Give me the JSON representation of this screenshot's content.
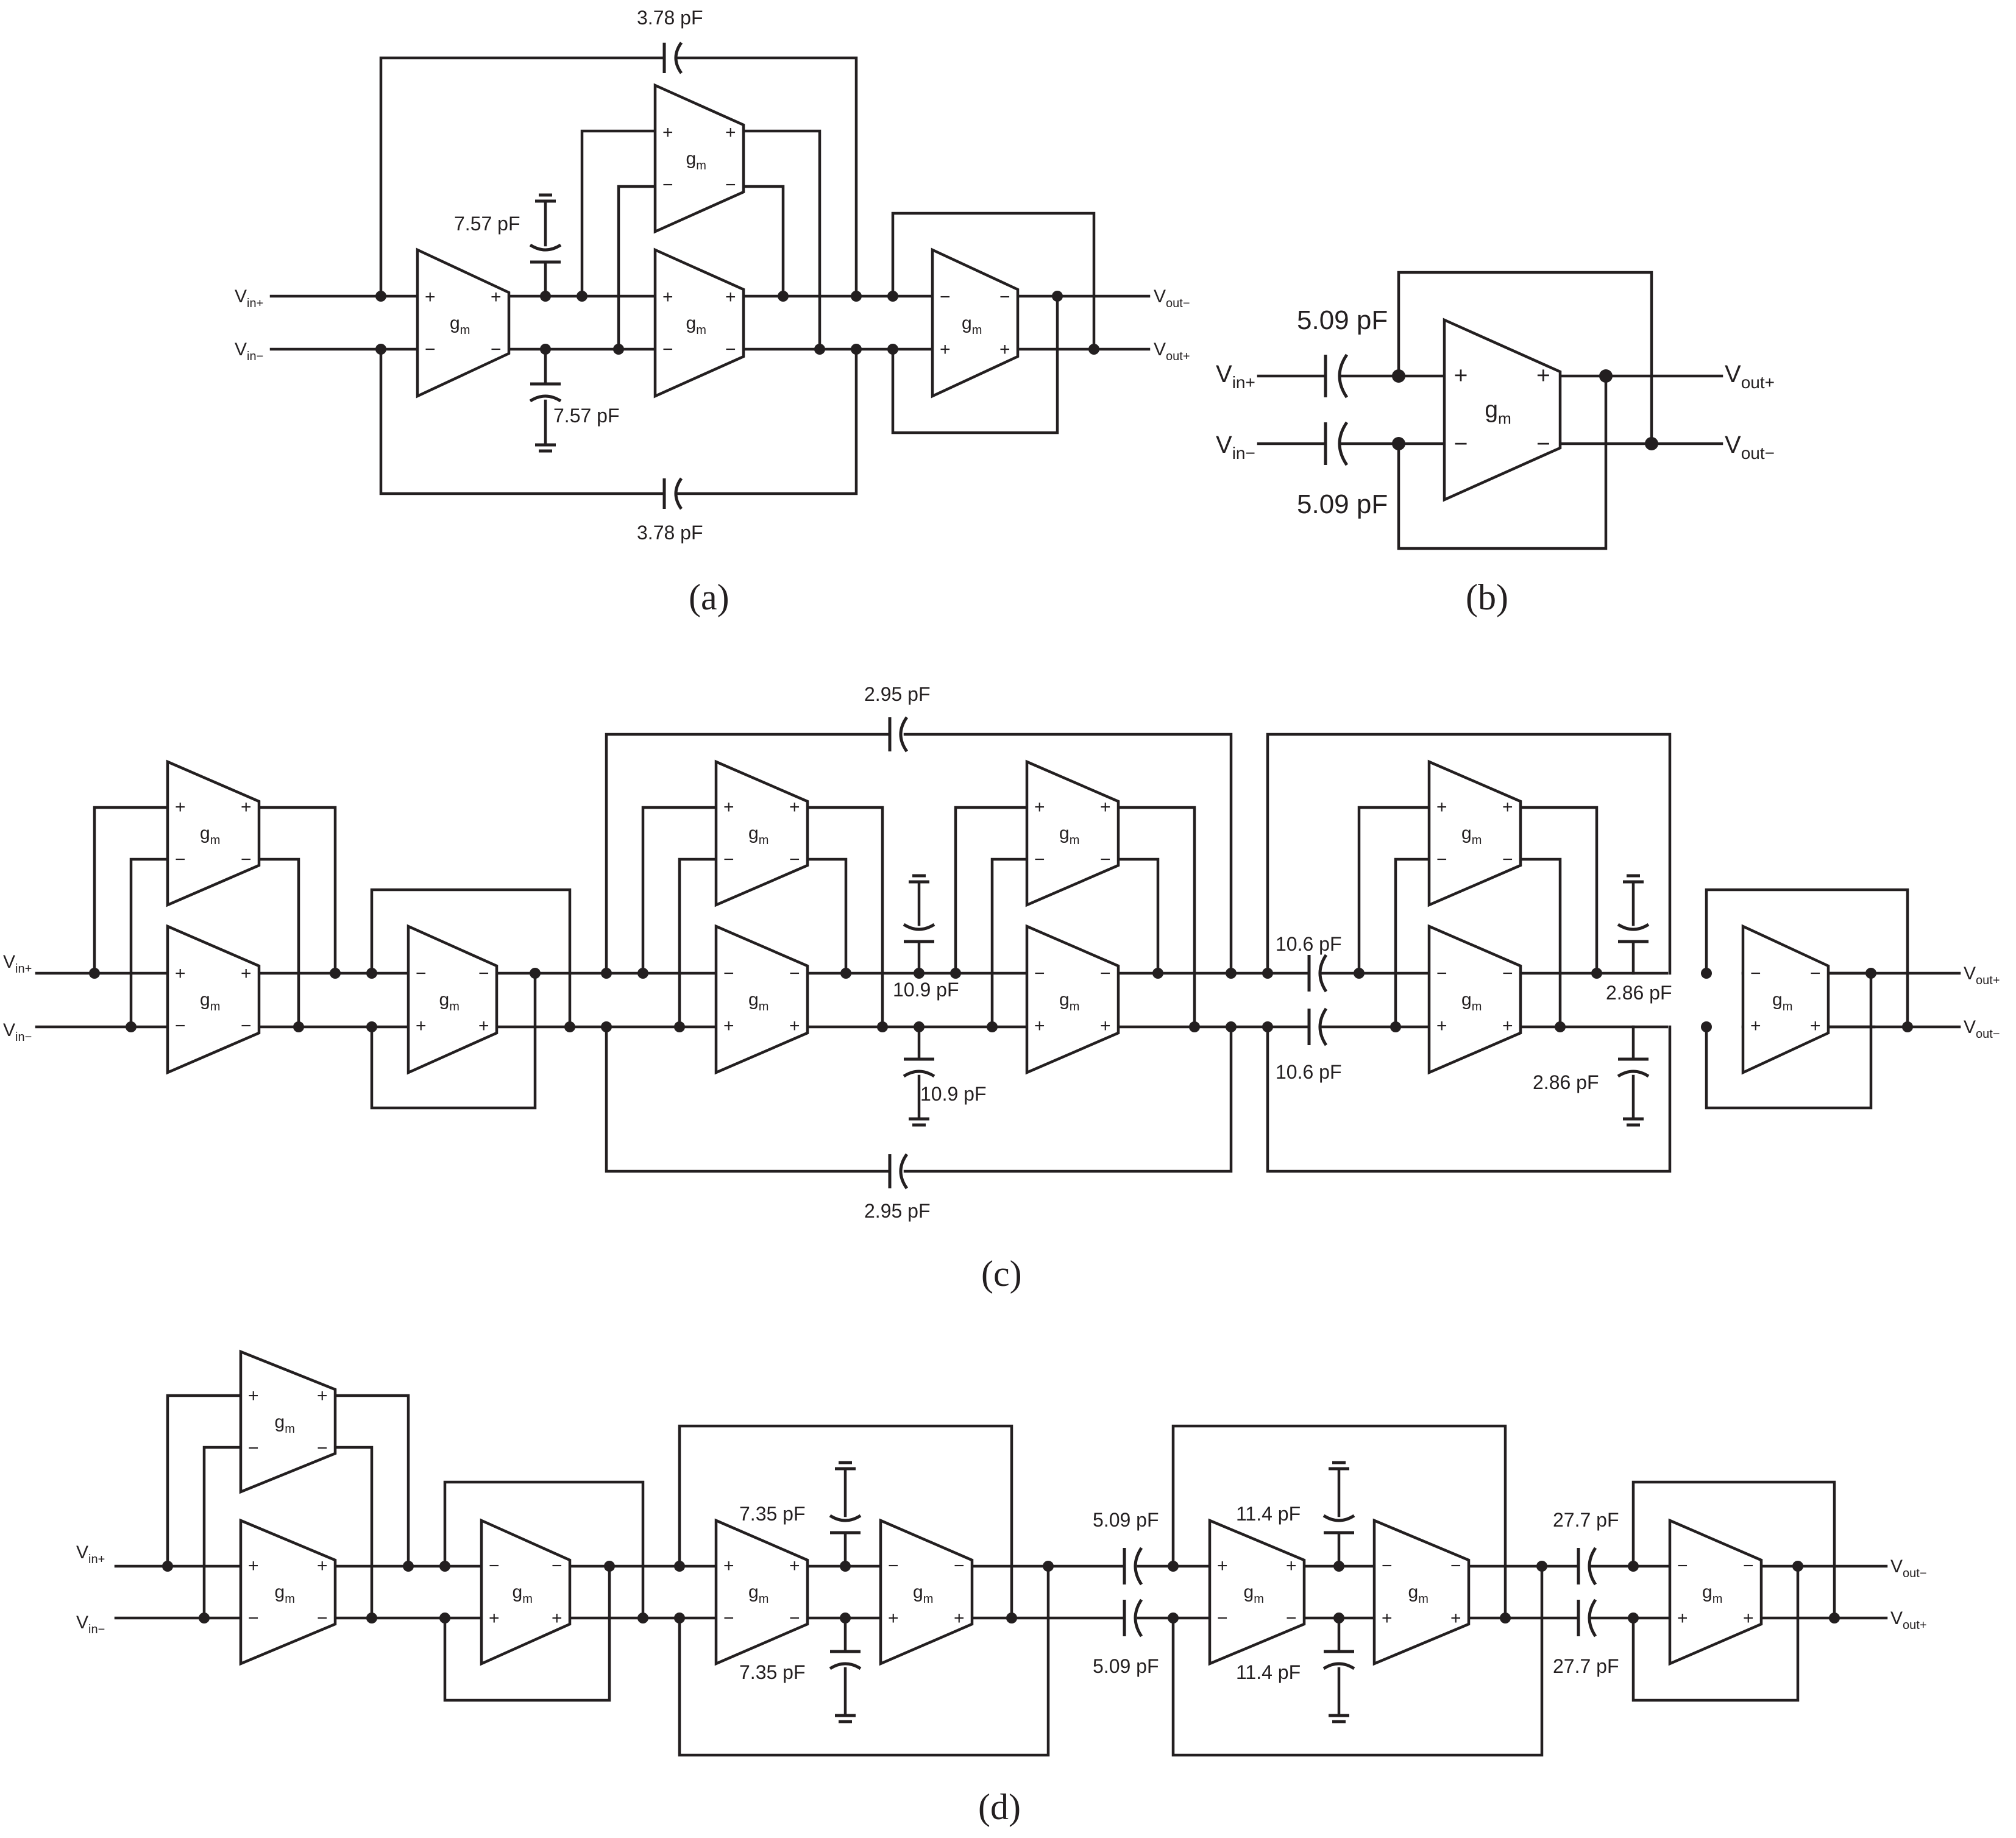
{
  "colors": {
    "ink": "#231f20",
    "background": "#ffffff"
  },
  "panels": {
    "a": {
      "label": "(a)",
      "caps": {
        "c1_top": "3.78 pF",
        "c1_bottom": "3.78 pF",
        "c2_top": "7.57 pF",
        "c2_bottom": "7.57 pF"
      },
      "ports": {
        "vin_pos": "V",
        "vin_pos_sub": "in+",
        "vin_neg": "V",
        "vin_neg_sub": "in−",
        "vout_top": "V",
        "vout_top_sub": "out−",
        "vout_bottom": "V",
        "vout_bottom_sub": "out+"
      }
    },
    "b": {
      "label": "(b)",
      "caps": {
        "c_top": "5.09 pF",
        "c_bottom": "5.09 pF"
      },
      "ports": {
        "vin_pos": "V",
        "vin_pos_sub": "in+",
        "vin_neg": "V",
        "vin_neg_sub": "in−",
        "vout_top": "V",
        "vout_top_sub": "out+",
        "vout_bottom": "V",
        "vout_bottom_sub": "out−"
      }
    },
    "c": {
      "label": "(c)",
      "caps": {
        "c1_top": "2.95 pF",
        "c1_bottom": "2.95 pF",
        "c2_top": "10.9 pF",
        "c2_bottom": "10.9 pF",
        "c3_top": "10.6 pF",
        "c3_bottom": "10.6 pF",
        "c4_top": "2.86 pF",
        "c4_bottom": "2.86 pF"
      },
      "ports": {
        "vin_pos": "V",
        "vin_pos_sub": "in+",
        "vin_neg": "V",
        "vin_neg_sub": "in−",
        "vout_top": "V",
        "vout_top_sub": "out+",
        "vout_bottom": "V",
        "vout_bottom_sub": "out−"
      }
    },
    "d": {
      "label": "(d)",
      "caps": {
        "c1_top": "7.35 pF",
        "c1_bottom": "7.35 pF",
        "c2_top": "5.09 pF",
        "c2_bottom": "5.09 pF",
        "c3_top": "11.4 pF",
        "c3_bottom": "11.4 pF",
        "c4_top": "27.7 pF",
        "c4_bottom": "27.7 pF"
      },
      "ports": {
        "vin_pos": "V",
        "vin_pos_sub": "in+",
        "vin_neg": "V",
        "vin_neg_sub": "in−",
        "vout_top": "V",
        "vout_top_sub": "out−",
        "vout_bottom": "V",
        "vout_bottom_sub": "out+"
      }
    }
  },
  "block": {
    "symbol": "g",
    "symbol_sub": "m",
    "plus": "+",
    "minus": "−"
  }
}
